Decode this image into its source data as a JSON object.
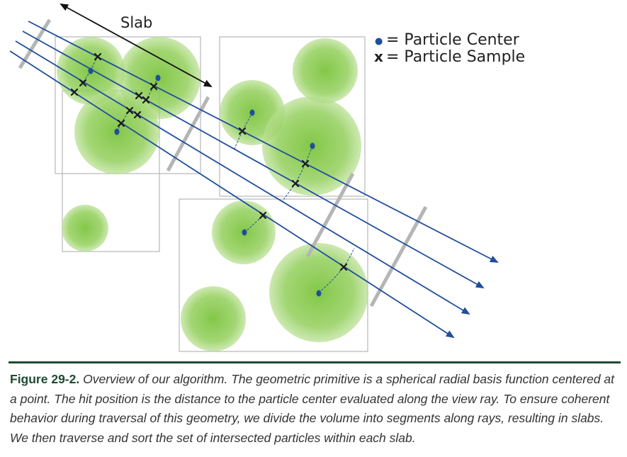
{
  "diagram": {
    "slab_label": "Slab",
    "legend": {
      "center_symbol": "●",
      "center_label": "= Particle Center",
      "sample_symbol": "x",
      "sample_label": "= Particle Sample"
    },
    "colors": {
      "ray": "#1f4e9a",
      "particle": "#7cc43e",
      "cell_border": "#b8b8b8",
      "slab_bar": "#b5b5b5",
      "center_dot": "#1f4e9a",
      "sample_mark": "#1a1a1a"
    }
  },
  "caption": {
    "label": "Figure 29-2.",
    "text": "Overview of our algorithm. The geometric primitive is a spherical radial basis function centered at a point. The hit position is the distance to the particle center evaluated along the view ray. To ensure coherent behavior during traversal of this geometry, we divide the volume into segments along rays, resulting in slabs. We then traverse and sort the set of intersected particles within each slab."
  }
}
